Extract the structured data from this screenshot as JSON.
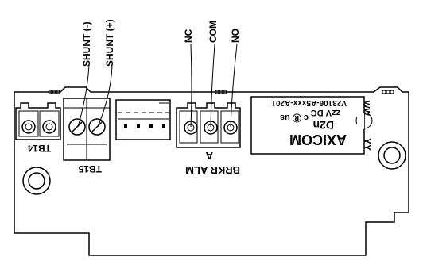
{
  "labels": {
    "shunt_neg": "SHUNT (-)",
    "shunt_pos": "SHUNT (+)",
    "nc": "NC",
    "com": "COM",
    "no": "NO",
    "tb14": "TB14",
    "tb15": "TB15",
    "a": "A",
    "brkr_alm": "BRKR ALM"
  },
  "relay": {
    "part_number": "V23106-A5xxx-A201",
    "cert_marks": "c Ⓡ us",
    "coil": "zzV DC",
    "type": "D2n",
    "brand": "AXICOM",
    "date_code_top": "WW",
    "date_code_bottom": "YY"
  }
}
